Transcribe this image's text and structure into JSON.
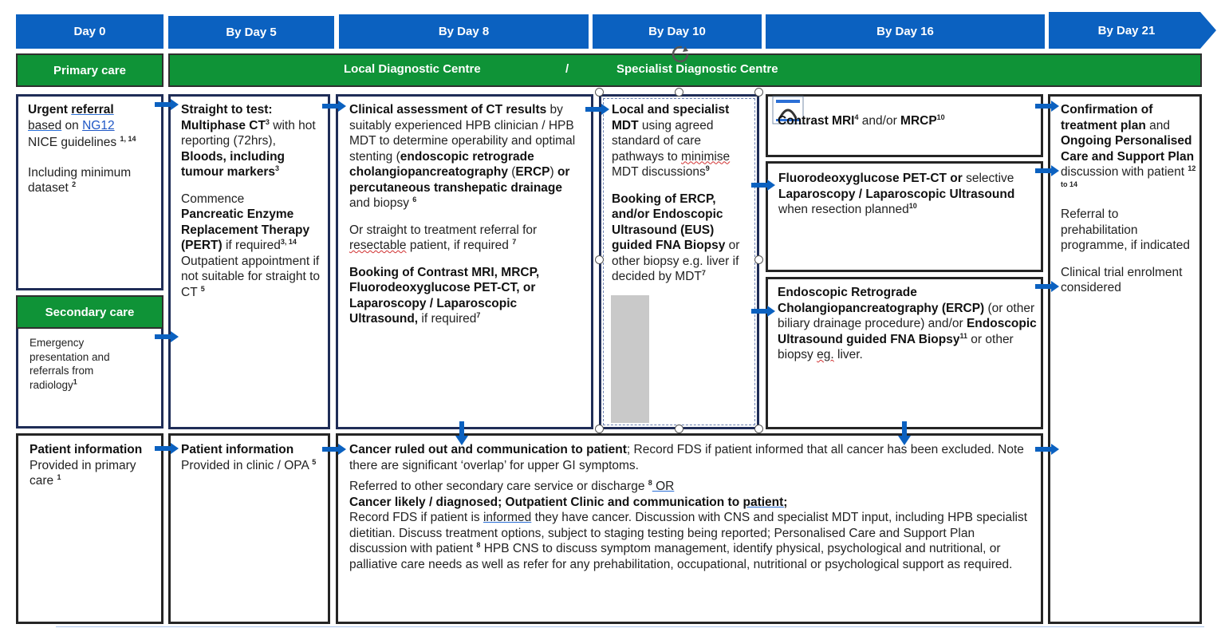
{
  "timeline": {
    "day0": "Day 0",
    "day5": "By Day 5",
    "day8": "By Day 8",
    "day10": "By Day 10",
    "day16": "By Day 16",
    "day21": "By Day 21"
  },
  "settings": {
    "primary": "Primary care",
    "ldc": "Local Diagnostic Centre",
    "slash": "/",
    "sdc": "Specialist Diagnostic Centre",
    "secondary": "Secondary care"
  },
  "col0": {
    "urgent": "Urgent",
    "referral": "referral",
    "based": "based",
    "on": " on ",
    "ng12": "NG12",
    "nice": "NICE guidelines",
    "nice_sup": "1, 14",
    "including": "Including minimum dataset",
    "including_sup": "2",
    "secondary_text": "Emergency presentation and referrals from radiology",
    "secondary_sup": "1",
    "patient_title": "Patient information",
    "patient_text": "Provided in primary care",
    "patient_sup": "1"
  },
  "col5": {
    "straight": "Straight to test:",
    "multiphase": "Multiphase CT",
    "multiphase_sup": "3",
    "with": " with hot reporting (72hrs),",
    "bloods": "Bloods, including tumour markers",
    "bloods_sup": "3",
    "commence": "Commence",
    "pert": "Pancreatic Enzyme Replacement Therapy (PERT)",
    "if": " if required",
    "if_sup": "3, 14",
    "outpatient": "Outpatient appointment if not suitable for straight to CT",
    "outpatient_sup": "5",
    "patient_title": "Patient information",
    "patient_text": "Provided in clinic / OPA",
    "patient_sup": "5"
  },
  "col8": {
    "clinical": "Clinical assessment of CT results",
    "by": " by suitably experienced HPB clinician / HPB MDT to determine operability and optimal stenting (",
    "ercp": "endoscopic retrograde cholangiopancreatography",
    "ercp_abbr": "ERCP",
    "or_perc": "or percutaneous transhepatic drainage",
    "biopsy": " and biopsy ",
    "biopsy_sup": "6",
    "or_straight": "Or straight to treatment referral for ",
    "resectable": "resectable",
    "patient_req": " patient, if required ",
    "patient_req_sup": "7",
    "booking": "Booking of Contrast MRI, MRCP, Fluorodeoxyglucose PET-CT, or Laparoscopy / Laparoscopic Ultrasound,",
    "if_req": " if required",
    "if_req_sup": "7"
  },
  "col10": {
    "local": "Local and specialist MDT",
    "using": " using agreed standard of care pathways to ",
    "minimise": "minimise",
    "mdt": " MDT discussions",
    "mdt_sup": "9",
    "booking": "Booking of ERCP, and/or Endoscopic Ultrasound (EUS) guided FNA Biopsy",
    "other": " or other biopsy e.g. liver if decided by MDT",
    "other_sup": "7"
  },
  "col16": {
    "contrast": "Contrast MRI",
    "contrast_sup": "4",
    "andor": " and/or ",
    "mrcp": "MRCP",
    "mrcp_sup": "10",
    "fdg": "Fluorodeoxyglucose PET-CT or",
    "selective": " selective ",
    "lap": "Laparoscopy / Laparoscopic Ultrasound",
    "when": " when resection planned",
    "when_sup": "10",
    "endo": "Endoscopic Retrograde Cholangiopancreatography (ERCP)",
    "other_biliary": " (or other biliary drainage procedure) and/or ",
    "eus": "Endoscopic Ultrasound guided FNA Biopsy",
    "eus_sup": "11",
    "other_biopsy": " or other biopsy ",
    "eg": "eg.",
    "liver": " liver."
  },
  "col21": {
    "confirmation": "Confirmation of treatment plan",
    "and": " and ",
    "ongoing": "Ongoing Personalised Care and Support Plan",
    "discussion": " discussion with patient ",
    "discussion_sup": "12 to 14",
    "referral": "Referral to prehabilitation programme, if indicated",
    "clinical": "Clinical trial enrolment considered"
  },
  "bottom": {
    "ruled_out": "Cancer ruled out and communication to patient",
    "record": "; Record FDS if patient informed that all cancer has been excluded. Note there are significant ‘overlap’ for upper GI symptoms.",
    "referred": "Referred to other secondary care service or discharge ",
    "referred_sup": "8",
    "or": " OR",
    "likely": "Cancer likely / diagnosed; Outpatient Clinic and communication to ",
    "patient_word": "patient;",
    "record2a": "Record FDS if patient is ",
    "informed": "informed",
    "record2b": " they have cancer. Discussion with CNS and specialist MDT input, including HPB specialist dietitian. Discuss treatment options, subject to staging testing being reported; Personalised Care and Support Plan discussion with patient ",
    "record2_sup": "8",
    "record2c": " HPB CNS to discuss symptom management, identify physical, psychological and nutritional, or palliative care needs as well as refer for any prehabilitation, occupational, nutritional or psychological support as required."
  },
  "colors": {
    "header_blue": "#0b61c0",
    "setting_green": "#0f9337",
    "arrow_blue": "#0b61c0",
    "box_navy": "#1f2d57"
  },
  "icons": {
    "rotate": "rotate-handle-icon",
    "image_placeholder": "image-placeholder-icon"
  }
}
